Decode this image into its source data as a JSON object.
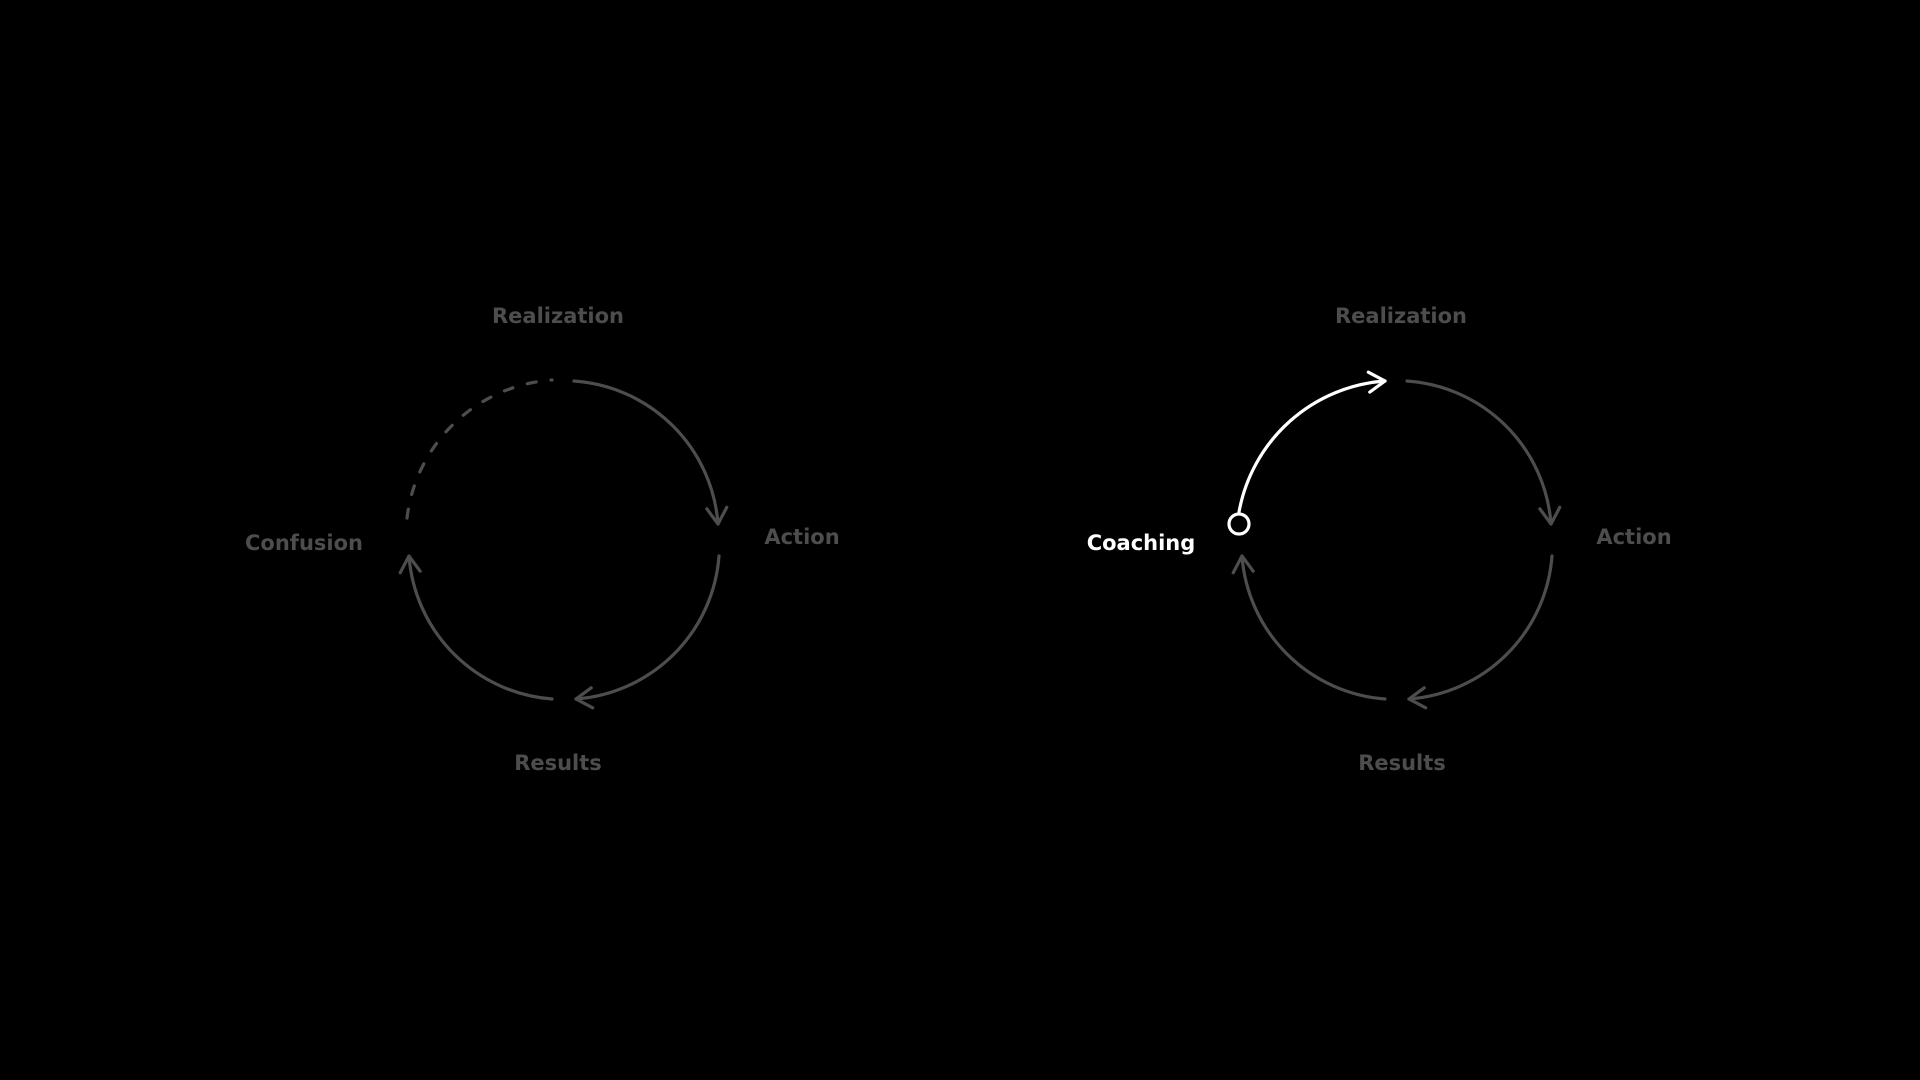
{
  "colors": {
    "background": "#000000",
    "muted": "#4d4d4d",
    "highlight": "#ffffff"
  },
  "diagram_left": {
    "realization": "Realization",
    "action": "Action",
    "results": "Results",
    "confusion": "Confusion"
  },
  "diagram_right": {
    "realization": "Realization",
    "action": "Action",
    "results": "Results",
    "coaching": "Coaching"
  }
}
